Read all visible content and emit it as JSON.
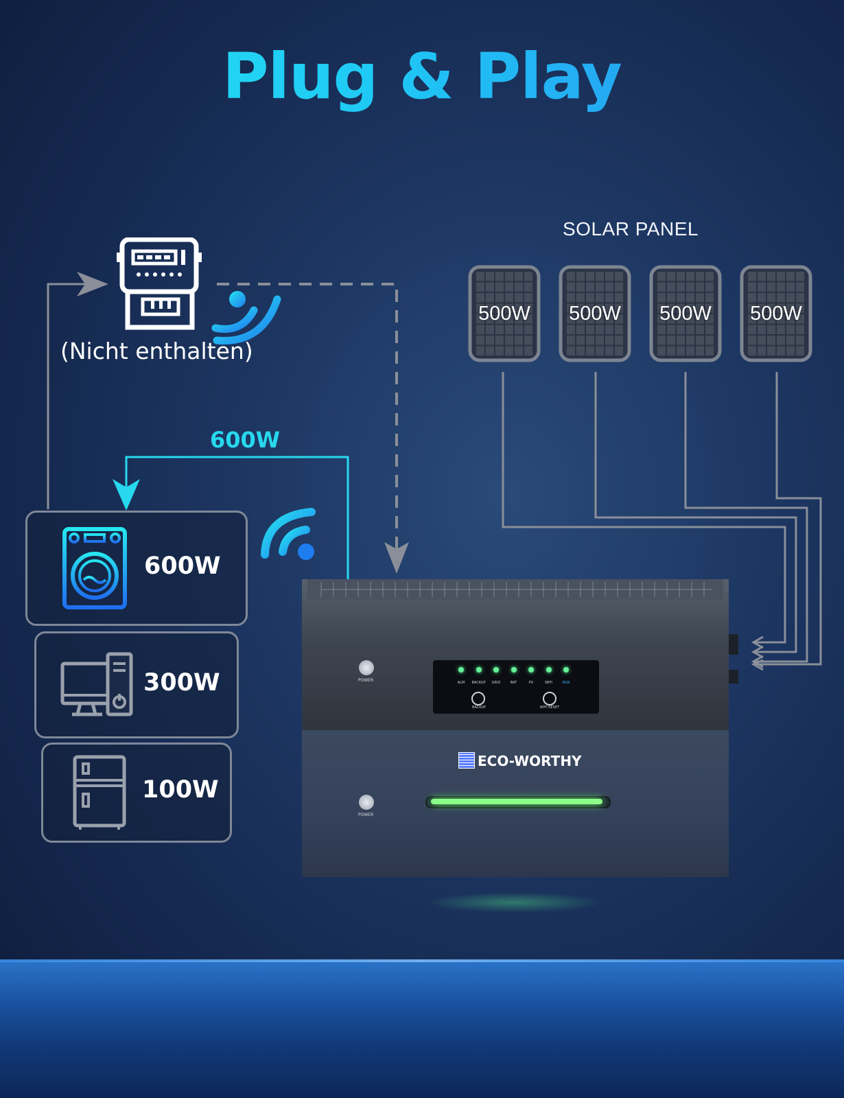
{
  "title": "Plug & Play",
  "meter": {
    "note": "(Nicht enthalten)",
    "icon": "smart-meter-icon"
  },
  "solar": {
    "title": "SOLAR PANEL",
    "panels": [
      {
        "label": "500W"
      },
      {
        "label": "500W"
      },
      {
        "label": "500W"
      },
      {
        "label": "500W"
      }
    ]
  },
  "flow_label": "600W",
  "appliances": [
    {
      "icon": "washing-machine-icon",
      "value": "600W"
    },
    {
      "icon": "desktop-computer-icon",
      "value": "300W"
    },
    {
      "icon": "refrigerator-icon",
      "value": "100W"
    }
  ],
  "device": {
    "brand": "ECO-WORTHY",
    "power_label": "POWER",
    "indicators": [
      "ALM",
      "BACKUP",
      "GRID",
      "BAT",
      "PV",
      "WIFI",
      "RUN"
    ],
    "buttons": [
      "BACKUP",
      "WIFI RESET"
    ]
  },
  "colors": {
    "accent": "#27d8ee",
    "wire": "#8a8f99",
    "led": "#67f09a"
  }
}
